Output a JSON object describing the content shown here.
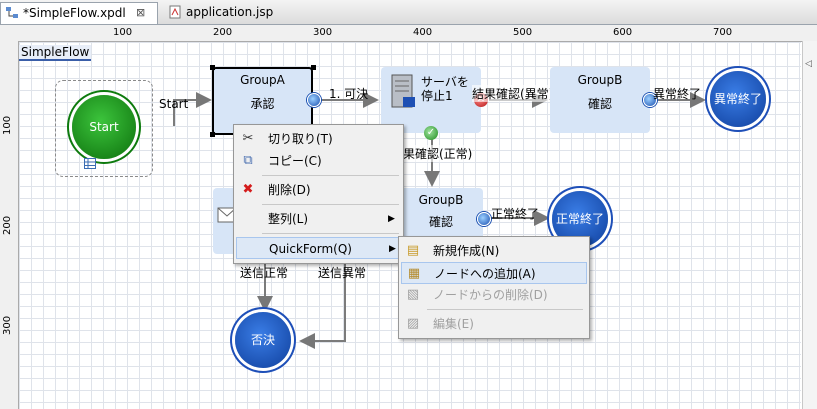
{
  "tabs": [
    {
      "label": "*SimpleFlow.xpdl",
      "close": "⊠"
    },
    {
      "label": "application.jsp"
    }
  ],
  "ruler": {
    "h": [
      "100",
      "200",
      "300",
      "400",
      "500",
      "600",
      "700"
    ],
    "v": [
      "100",
      "200",
      "300"
    ]
  },
  "diagram": {
    "title": "SimpleFlow",
    "start": "Start",
    "nodes": {
      "groupA": {
        "line1": "GroupA",
        "line2": "承認"
      },
      "server": {
        "line1": "サーバを",
        "line2": "停止1"
      },
      "groupB_top": {
        "line1": "GroupB",
        "line2": "確認"
      },
      "groupB_mid": {
        "line1": "GroupB",
        "line2": "確認"
      },
      "abnormal_end": "異常終了",
      "normal_end": "正常終了",
      "reject": "否決"
    },
    "edges": {
      "start": "Start",
      "kaketsu": "1. 可決",
      "result_abnormal": "結果確認(異常)",
      "result_normal": "結果確認(正常)",
      "abnormal_end": "異常終了",
      "normal_end": "正常終了",
      "send_normal": "送信正常",
      "send_abnormal": "送信異常"
    }
  },
  "context_menu": {
    "items": [
      {
        "label": "切り取り(T)",
        "icon": "scissors-icon"
      },
      {
        "label": "コピー(C)",
        "icon": "copy-icon"
      },
      {
        "label": "削除(D)",
        "icon": "delete-icon"
      },
      {
        "label": "整列(L)",
        "submenu": true
      },
      {
        "label": "QuickForm(Q)",
        "submenu": true
      }
    ]
  },
  "submenu": {
    "items": [
      {
        "label": "新規作成(N)",
        "icon": "new-form-icon",
        "enabled": true
      },
      {
        "label": "ノードへの追加(A)",
        "icon": "paste-icon",
        "enabled": true
      },
      {
        "label": "ノードからの削除(D)",
        "icon": "remove-icon",
        "enabled": false
      },
      {
        "label": "編集(E)",
        "icon": "edit-icon",
        "enabled": false
      }
    ]
  },
  "colors": {
    "node_fill": "#d7e5f7",
    "start_green": "#1b8f1b",
    "end_blue": "#1e4fb8",
    "menu_highlight": "#dde8f6"
  }
}
